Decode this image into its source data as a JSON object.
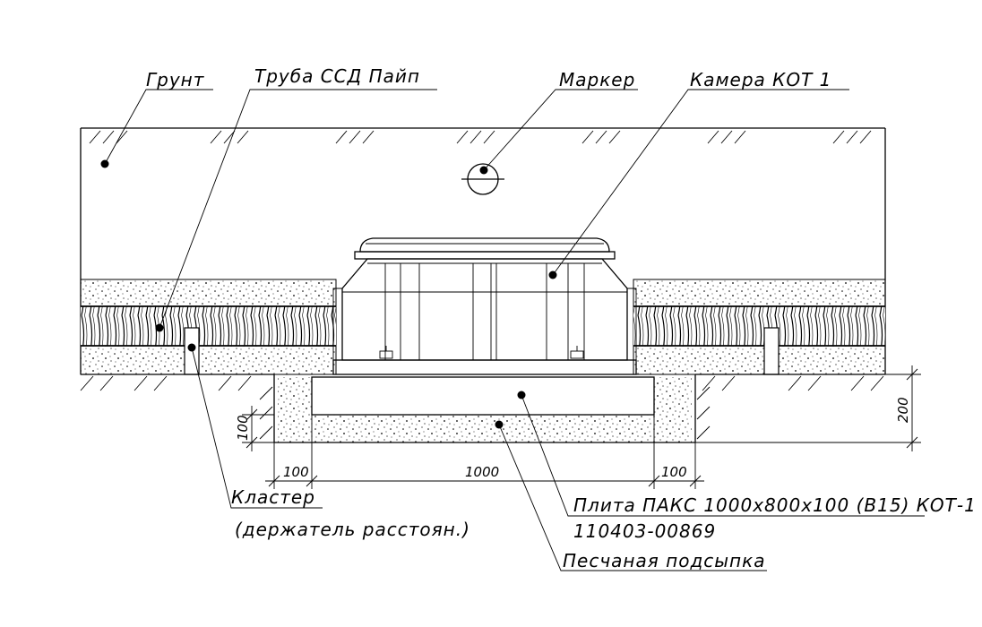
{
  "labels": {
    "soil": "Грунт",
    "pipe": "Труба ССД Пайп",
    "marker": "Маркер",
    "chamber": "Камера КОТ 1",
    "cluster_line1": "Кластер",
    "cluster_line2": "(держатель расстоян.)",
    "slab_line1": "Плита ПАКС 1000х800х100 (В15) КОТ-1",
    "slab_line2": "110403-00869",
    "sand": "Песчаная подсыпка"
  },
  "dimensions": {
    "left_margin": "100",
    "slab_width": "1000",
    "right_margin": "100",
    "sand_height": "100",
    "total_depth": "200"
  },
  "colors": {
    "ink": "#000000",
    "paper": "#ffffff"
  }
}
